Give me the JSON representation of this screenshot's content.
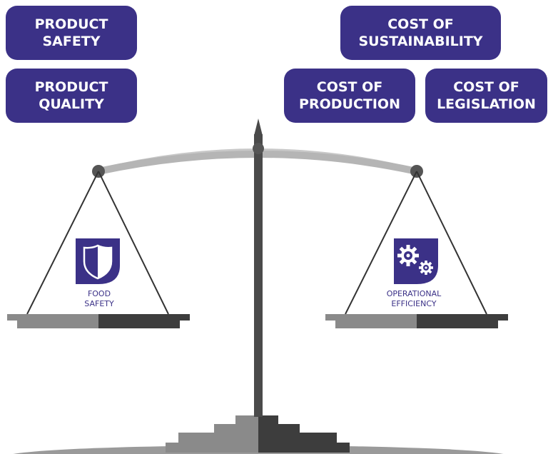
{
  "boxes": {
    "product_safety": [
      "PRODUCT",
      "SAFETY"
    ],
    "product_quality": [
      "PRODUCT",
      "QUALITY"
    ],
    "cost_sustainability": [
      "COST OF",
      "SUSTAINABILITY"
    ],
    "cost_production": [
      "COST OF",
      "PRODUCTION"
    ],
    "cost_legislation": [
      "COST OF",
      "LEGISLATION"
    ]
  },
  "left_pan": {
    "label": [
      "FOOD",
      "SAFETY"
    ],
    "icon": "shield-icon"
  },
  "right_pan": {
    "label": [
      "OPERATIONAL",
      "EFFICIENCY"
    ],
    "icon": "gears-icon"
  },
  "colors": {
    "box_fill": "#3b3187",
    "box_text": "#ffffff",
    "beam": "#c8c8c8",
    "pan_light": "#8a8a8a",
    "pan_dark": "#3d3d3d",
    "pole": "#4a4a4a"
  }
}
